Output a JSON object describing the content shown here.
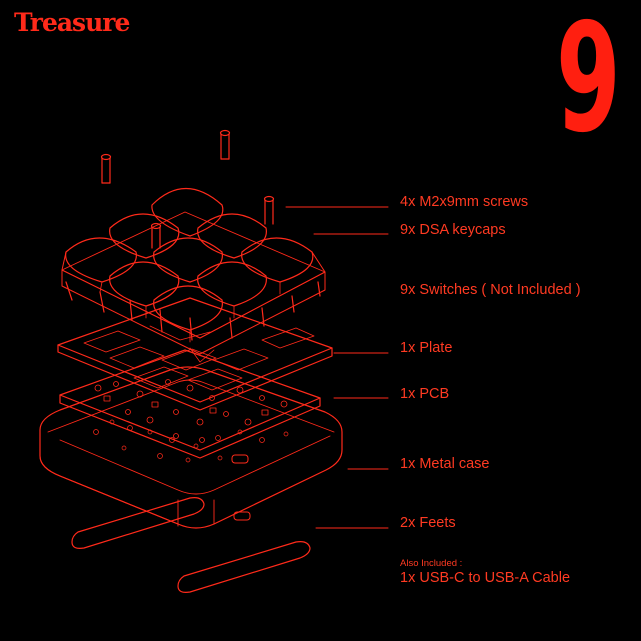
{
  "brand": {
    "logo": "Treasure",
    "number": "9"
  },
  "parts": {
    "screws": "4x M2x9mm screws",
    "keycaps": "9x DSA keycaps",
    "switches": "9x Switches ( Not Included )",
    "plate": "1x Plate",
    "pcb": "1x PCB",
    "case": "1x Metal case",
    "feet": "2x Feets"
  },
  "also_included": {
    "heading": "Also Included :",
    "item": "1x USB-C to USB-A Cable"
  },
  "colors": {
    "accent": "#ff2a1a",
    "background": "#000000"
  }
}
